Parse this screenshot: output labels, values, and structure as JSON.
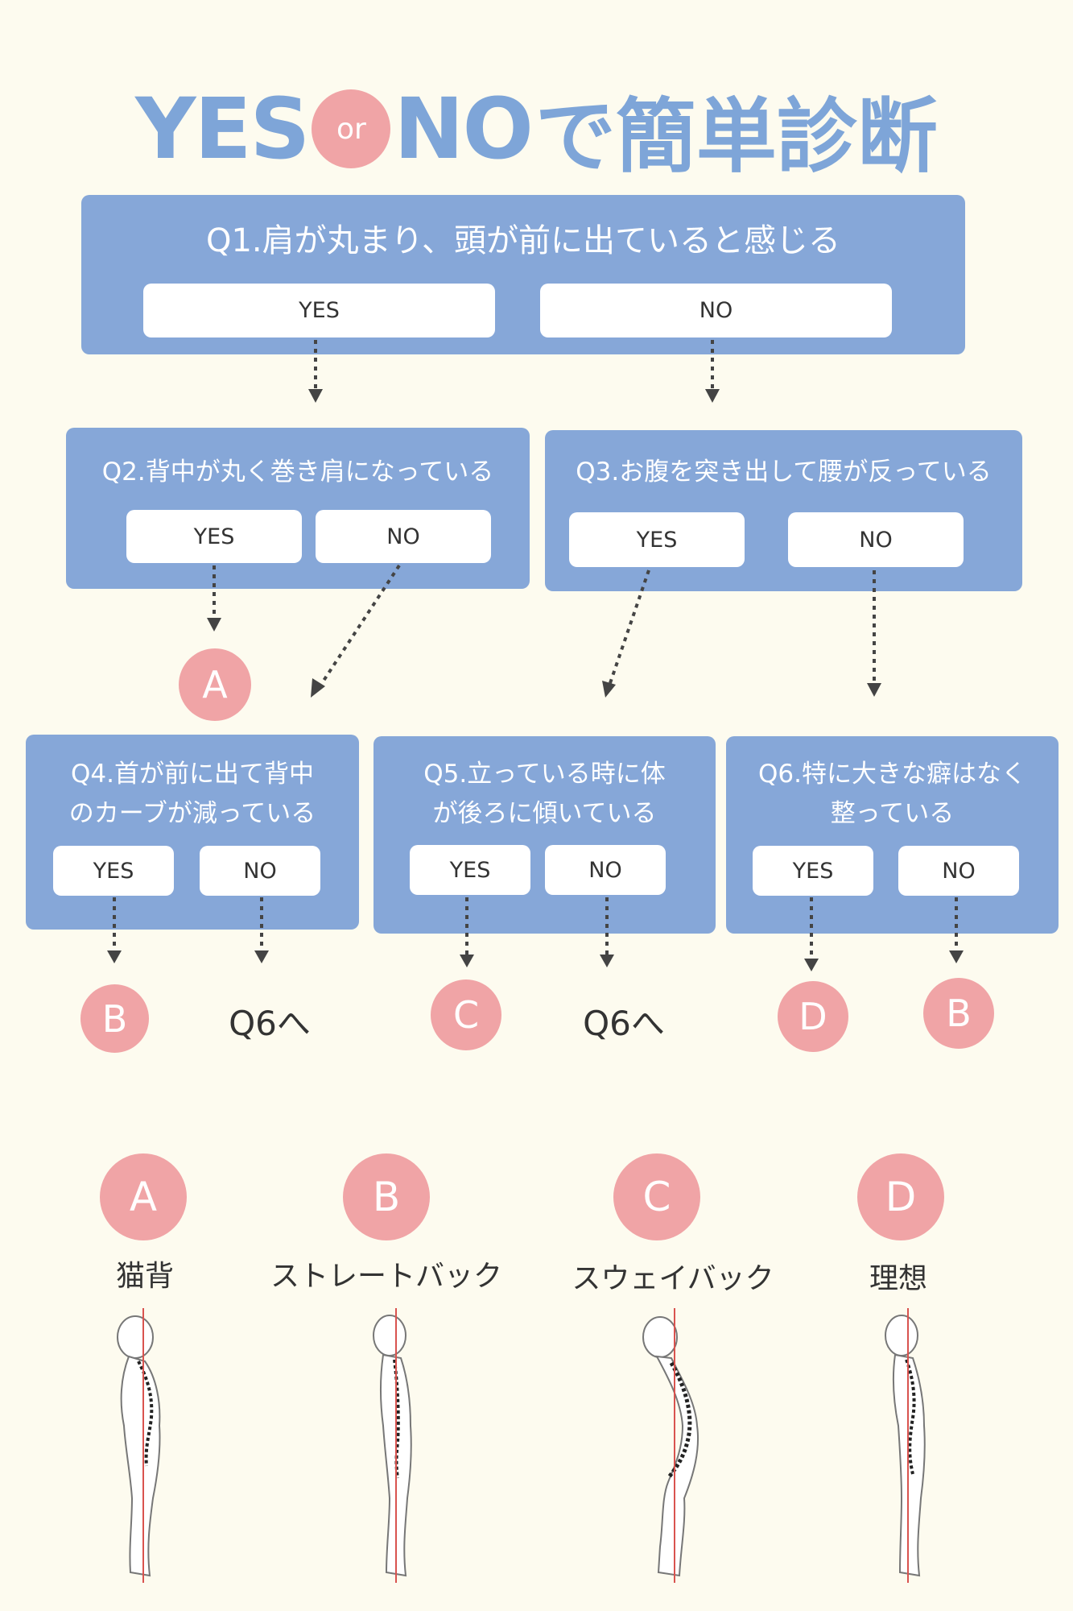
{
  "title": {
    "yes": "YES",
    "or": "or",
    "no": "NO",
    "rest": "で簡単診断"
  },
  "q1": {
    "text": "Q1.肩が丸まり、頭が前に出ていると感じる",
    "yes": "YES",
    "no": "NO"
  },
  "q2": {
    "text": "Q2.背中が丸く巻き肩になっている",
    "yes": "YES",
    "no": "NO"
  },
  "q3": {
    "text": "Q3.お腹を突き出して腰が反っている",
    "yes": "YES",
    "no": "NO"
  },
  "q4": {
    "line1": "Q4.首が前に出て背中",
    "line2": "のカーブが減っている",
    "yes": "YES",
    "no": "NO"
  },
  "q5": {
    "line1": "Q5.立っている時に体",
    "line2": "が後ろに傾いている",
    "yes": "YES",
    "no": "NO"
  },
  "q6": {
    "line1": "Q6.特に大きな癖はなく",
    "line2": "整っている",
    "yes": "YES",
    "no": "NO"
  },
  "results": {
    "q2_yes": "A",
    "q4_yes": "B",
    "q4_no": "Q6へ",
    "q5_yes": "C",
    "q5_no": "Q6へ",
    "q6_yes": "D",
    "q6_no": "B"
  },
  "types": [
    {
      "letter": "A",
      "name": "猫背"
    },
    {
      "letter": "B",
      "name": "ストレートバック"
    },
    {
      "letter": "C",
      "name": "スウェイバック"
    },
    {
      "letter": "D",
      "name": "理想"
    }
  ],
  "colors": {
    "background": "#fdfbef",
    "box": "#86a7d8",
    "circle": "#f0a4a6",
    "title": "#7ea5d8",
    "arrow": "#444444",
    "plumb_line": "#d9534f"
  }
}
